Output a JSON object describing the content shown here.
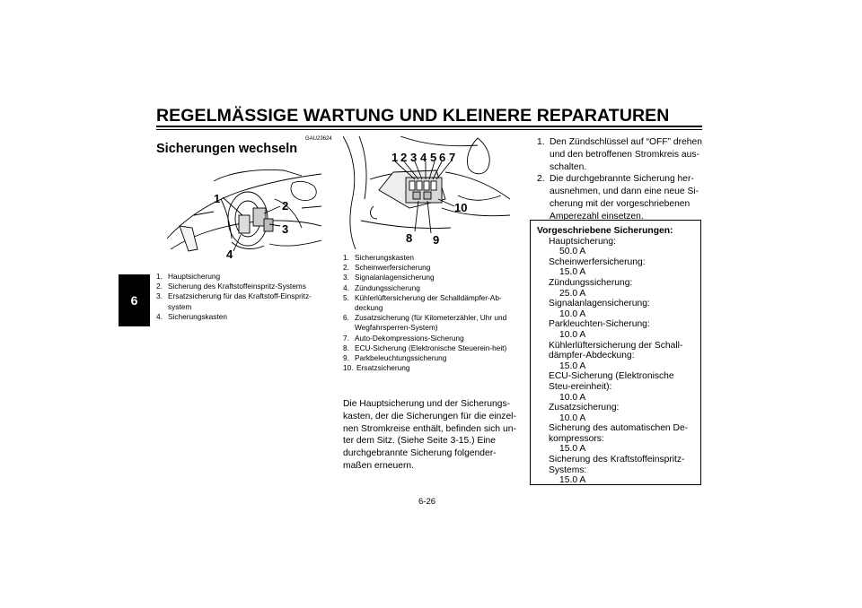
{
  "header": {
    "title": "REGELMÄSSIGE WARTUNG UND KLEINERE REPARATUREN",
    "chapter": "6"
  },
  "section": {
    "code": "GAU23624",
    "title": "Sicherungen wechseln"
  },
  "figure_left": {
    "labels": [
      "1",
      "2",
      "3",
      "4"
    ]
  },
  "figure_mid": {
    "labels": [
      "1",
      "2",
      "3",
      "4",
      "5",
      "6",
      "7",
      "8",
      "9",
      "10"
    ]
  },
  "captions_left": [
    {
      "num": "1.",
      "text": "Hauptsicherung"
    },
    {
      "num": "2.",
      "text": "Sicherung des Kraftstoffeinspritz-Systems"
    },
    {
      "num": "3.",
      "text": "Ersatzsicherung für das Kraftstoff-Einspritz-system"
    },
    {
      "num": "4.",
      "text": "Sicherungskasten"
    }
  ],
  "captions_mid": [
    {
      "num": "1.",
      "text": "Sicherungskasten"
    },
    {
      "num": "2.",
      "text": "Scheinwerfersicherung"
    },
    {
      "num": "3.",
      "text": "Signalanlagensicherung"
    },
    {
      "num": "4.",
      "text": "Zündungssicherung"
    },
    {
      "num": "5.",
      "text": "Kühlerlüftersicherung der Schalldämpfer-Ab-deckung"
    },
    {
      "num": "6.",
      "text": "Zusatzsicherung (für Kilometerzähler, Uhr und Wegfahrsperren-System)"
    },
    {
      "num": "7.",
      "text": "Auto-Dekompressions-Sicherung"
    },
    {
      "num": "8.",
      "text": "ECU-Sicherung (Elektronische Steuerein-heit)"
    },
    {
      "num": "9.",
      "text": "Parkbeleuchtungssicherung"
    },
    {
      "num": "10.",
      "text": "Ersatzsicherung"
    }
  ],
  "body_text": "Die Hauptsicherung und der Sicherungs-kasten, der die Sicherungen für die einzel-nen Stromkreise enthält, befinden sich un-ter dem Sitz. (Siehe Seite 3-15.) Eine durchgebrannte Sicherung folgender-maßen erneuern.",
  "steps": [
    {
      "num": "1.",
      "text": "Den Zündschlüssel auf “OFF” drehen und den betroffenen Stromkreis aus-schalten."
    },
    {
      "num": "2.",
      "text": "Die durchgebrannte Sicherung her-ausnehmen, und dann eine neue Si-cherung mit der vorgeschriebenen Amperezahl einsetzen."
    }
  ],
  "fuse_box": {
    "title": "Vorgeschriebene Sicherungen:",
    "items": [
      {
        "name": "Hauptsicherung:",
        "value": "50.0 A"
      },
      {
        "name": "Scheinwerfersicherung:",
        "value": "15.0 A"
      },
      {
        "name": "Zündungssicherung:",
        "value": "25.0 A"
      },
      {
        "name": "Signalanlagensicherung:",
        "value": "10.0 A"
      },
      {
        "name": "Parkleuchten-Sicherung:",
        "value": "10.0 A"
      },
      {
        "name": "Kühlerlüftersicherung der Schall-dämpfer-Abdeckung:",
        "value": "15.0 A"
      },
      {
        "name": "ECU-Sicherung (Elektronische Steu-ereinheit):",
        "value": "10.0 A"
      },
      {
        "name": "Zusatzsicherung:",
        "value": "10.0 A"
      },
      {
        "name": "Sicherung des automatischen De-kompressors:",
        "value": "15.0 A"
      },
      {
        "name": "Sicherung des Kraftstoffeinspritz-Systems:",
        "value": "15.0 A"
      }
    ]
  },
  "footer": {
    "page_number": "6-26"
  }
}
